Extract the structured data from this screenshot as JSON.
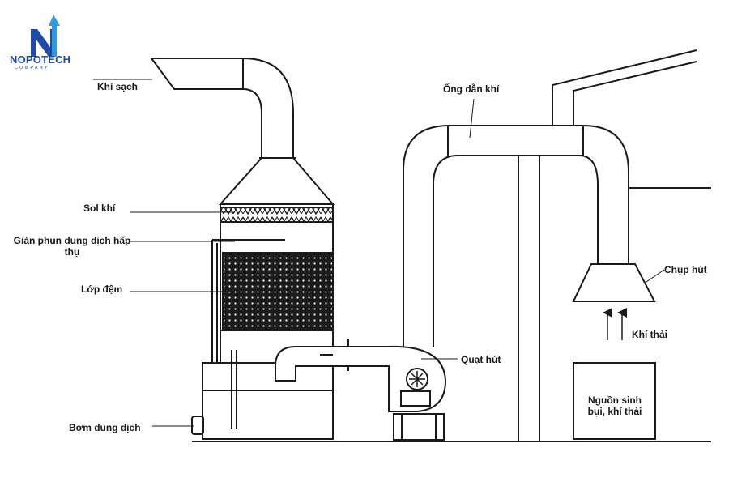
{
  "logo": {
    "name": "NOPOTECH",
    "sub": "COMPANY",
    "colors": {
      "primary": "#1f4aa8",
      "accent": "#2e9be0"
    }
  },
  "labels": {
    "khi_sach": "Khí sạch",
    "sol_khi": "Sol khí",
    "gian_phun": "Giàn phun dung dịch hấp thụ",
    "lop_dem": "Lớp đệm",
    "bom_dung_dich": "Bơm dung dịch",
    "ong_dan_khi": "Ống dẫn khí",
    "quat_hut": "Quạt hút",
    "chup_hut": "Chụp hút",
    "khi_thai": "Khí thải",
    "nguon_sinh": "Nguồn sinh bụi, khí thải"
  },
  "colors": {
    "line": "#1a1a1a",
    "background": "#ffffff",
    "packing": "#1c1c1c"
  }
}
